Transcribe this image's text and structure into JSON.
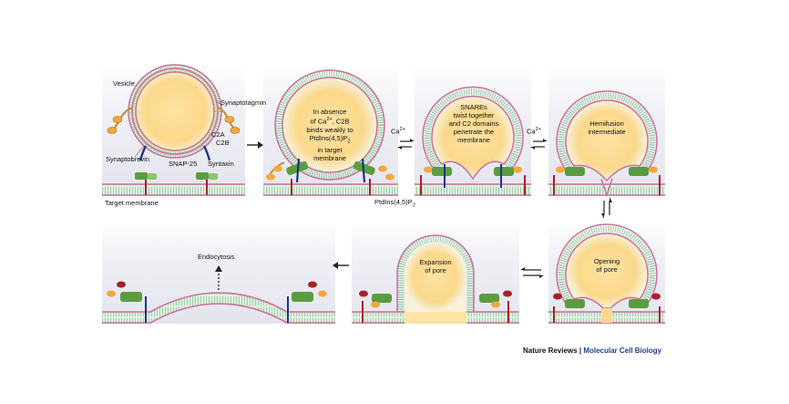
{
  "panels": {
    "p1": {
      "vesicle": "Vesicle",
      "synaptotagmin": "Synaptotagmin",
      "c2a": "C2A",
      "c2b": "C2B",
      "synaptobrevin": "Synaptobrevin",
      "snap25": "SNAP-25",
      "syntaxin": "Syntaxin",
      "target_membrane": "Target membrane"
    },
    "p2": {
      "line1": "In absence",
      "line2": "of Ca",
      "line2_sup": "2+",
      "line2_end": ", C2B",
      "line3": "binds weakly to",
      "line4": "PtdIns(4,5)P",
      "line4_sub": "2",
      "line5": "in target",
      "line6": "membrane",
      "ptdins": "PtdIns(4,5)P",
      "ptdins_sub": "2"
    },
    "p3": {
      "line1": "SNAREs",
      "line2": "twist together",
      "line3": "and C2 domains",
      "line4": "penetrate the",
      "line5": "membrane"
    },
    "p4": {
      "line1": "Hemifusion",
      "line2": "intermediate"
    },
    "p5": {
      "line1": "Opening",
      "line2": "of pore"
    },
    "p6": {
      "line1": "Expansion",
      "line2": "of pore"
    },
    "p7": {
      "endocytosis": "Endocytosis"
    },
    "arrows": {
      "ca_1": "Ca",
      "ca_1_sup": "2+",
      "ca_2": "Ca",
      "ca_2_sup": "2+"
    }
  },
  "footer": {
    "journal": "Nature Reviews",
    "separator": "|",
    "section": "Molecular Cell Biology"
  },
  "colors": {
    "panel_bg": "#eeeef4",
    "membrane_pink": "#cc6f95",
    "membrane_green": "#8fc99b",
    "vesicle_core": "#fbd88a",
    "protein_orange": "#e6a23c",
    "snare_green": "#5b9c41",
    "syntaxin_blue": "#1e3580",
    "snap_red": "#a7202c",
    "brand_blue": "#1f3f8f"
  }
}
